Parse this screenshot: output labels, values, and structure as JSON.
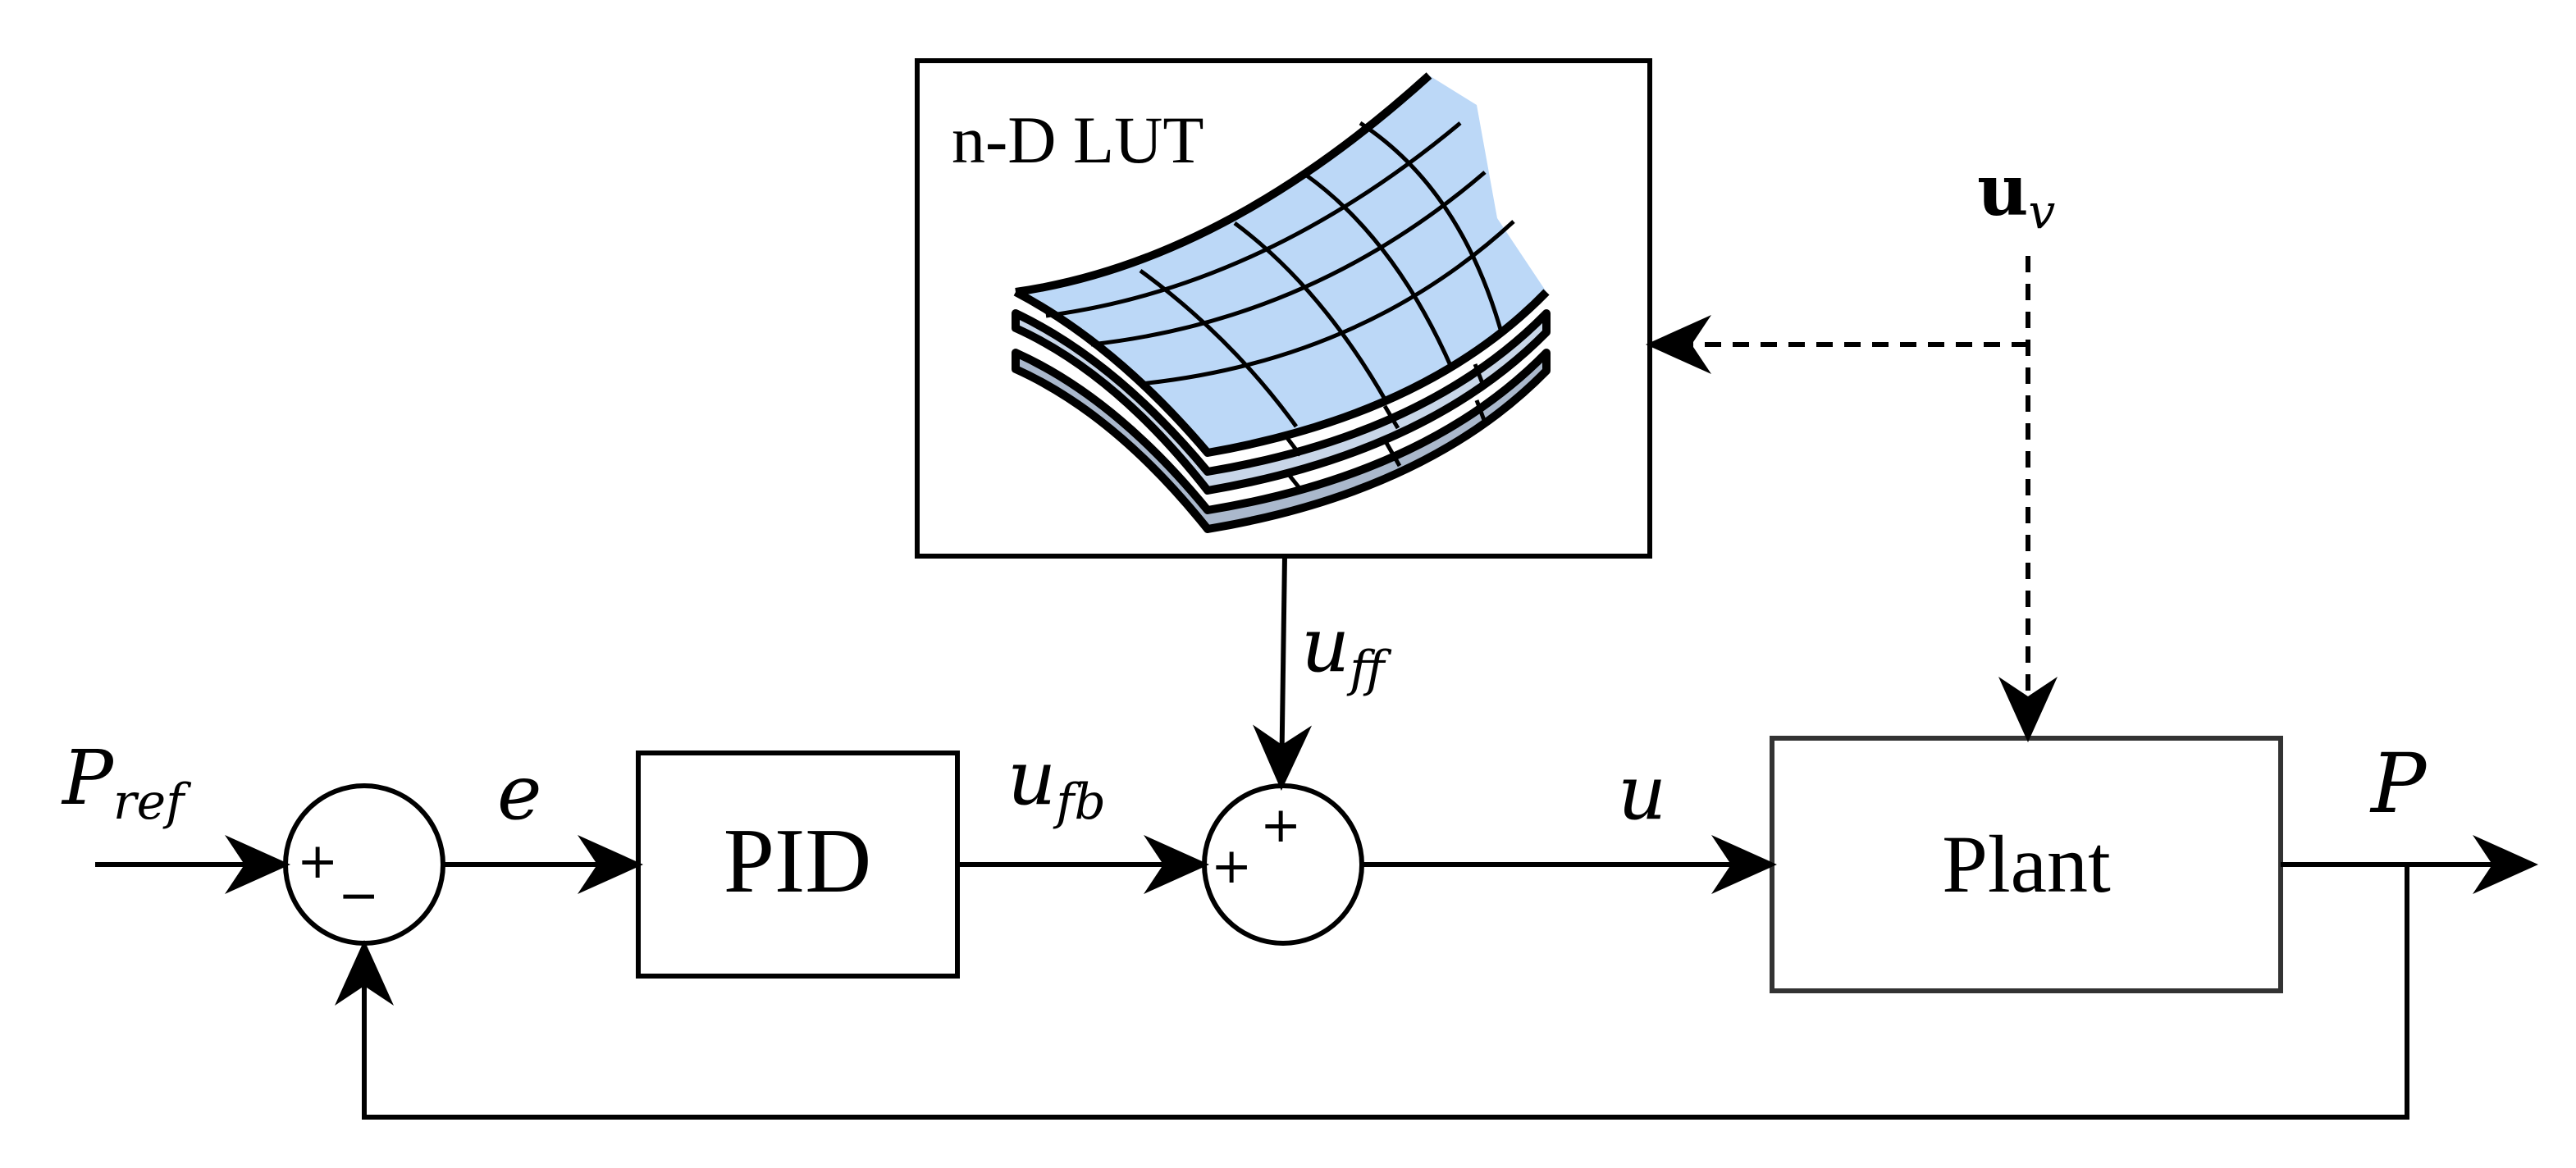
{
  "blocks": {
    "lut": "n-D LUT",
    "pid": "PID",
    "plant": "Plant"
  },
  "signals": {
    "p_ref": {
      "main": "P",
      "sub": "ref"
    },
    "e": "e",
    "u_fb": {
      "main": "u",
      "sub": "fb"
    },
    "u_ff": {
      "main": "u",
      "sub": "ff"
    },
    "u": "u",
    "p": "P",
    "u_v": {
      "main": "u",
      "sub": "v"
    }
  },
  "junctions": {
    "error_sum": {
      "top_left": "+",
      "bottom": "−"
    },
    "control_sum": {
      "top": "+",
      "left": "+"
    }
  },
  "colors": {
    "line": "#000000",
    "surface_top": "#bcd8f7",
    "surface_mid": "#c8d6e8",
    "surface_bottom": "#aab8cc"
  }
}
